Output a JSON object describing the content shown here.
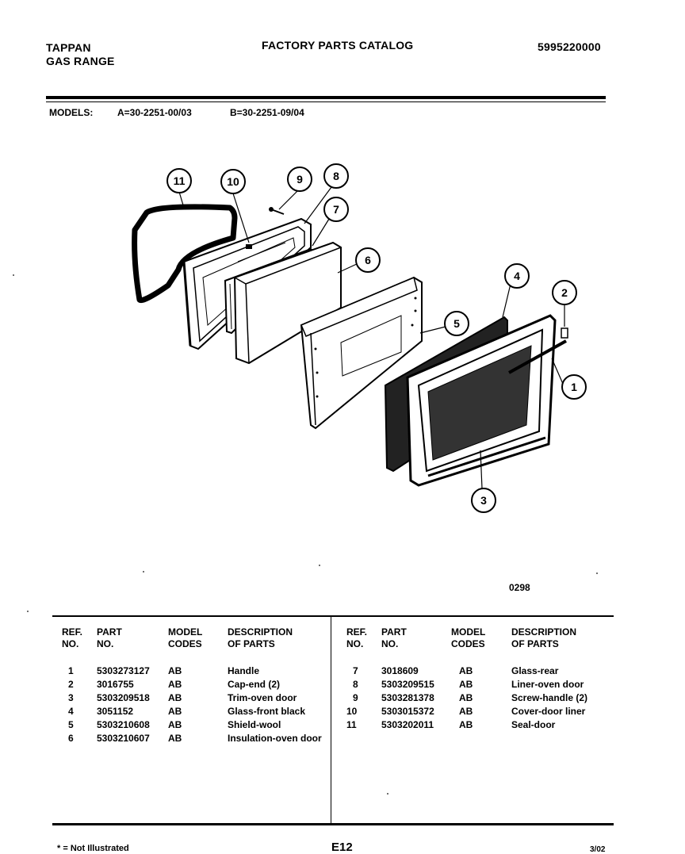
{
  "header": {
    "brand": "TAPPAN",
    "product": "GAS RANGE",
    "catalog_title": "FACTORY PARTS CATALOG",
    "catalog_number": "5995220000"
  },
  "models": {
    "label": "MODELS:",
    "model_a": "A=30-2251-00/03",
    "model_b": "B=30-2251-09/04"
  },
  "diagram": {
    "callouts": [
      "11",
      "10",
      "9",
      "8",
      "7",
      "6",
      "5",
      "4",
      "2",
      "1",
      "3"
    ],
    "code": "0298"
  },
  "table": {
    "headers": {
      "ref_1": "REF.",
      "ref_2": "NO.",
      "part_1": "PART",
      "part_2": "NO.",
      "model_1": "MODEL",
      "model_2": "CODES",
      "desc_1": "DESCRIPTION",
      "desc_2": "OF PARTS"
    },
    "left_rows": [
      {
        "ref": "1",
        "part": "5303273127",
        "codes": "AB",
        "desc": "Handle"
      },
      {
        "ref": "2",
        "part": "3016755",
        "codes": "AB",
        "desc": "Cap-end (2)"
      },
      {
        "ref": "3",
        "part": "5303209518",
        "codes": "AB",
        "desc": "Trim-oven door"
      },
      {
        "ref": "4",
        "part": "3051152",
        "codes": "AB",
        "desc": "Glass-front black"
      },
      {
        "ref": "5",
        "part": "5303210608",
        "codes": "AB",
        "desc": "Shield-wool"
      },
      {
        "ref": "6",
        "part": "5303210607",
        "codes": "AB",
        "desc": "Insulation-oven door"
      }
    ],
    "right_rows": [
      {
        "ref": "7",
        "part": "3018609",
        "codes": "AB",
        "desc": "Glass-rear"
      },
      {
        "ref": "8",
        "part": "5303209515",
        "codes": "AB",
        "desc": "Liner-oven door"
      },
      {
        "ref": "9",
        "part": "5303281378",
        "codes": "AB",
        "desc": "Screw-handle (2)"
      },
      {
        "ref": "10",
        "part": "5303015372",
        "codes": "AB",
        "desc": "Cover-door liner"
      },
      {
        "ref": "11",
        "part": "5303202011",
        "codes": "AB",
        "desc": "Seal-door"
      }
    ]
  },
  "footer": {
    "note": "* = Not Illustrated",
    "page": "E12",
    "date": "3/02"
  }
}
